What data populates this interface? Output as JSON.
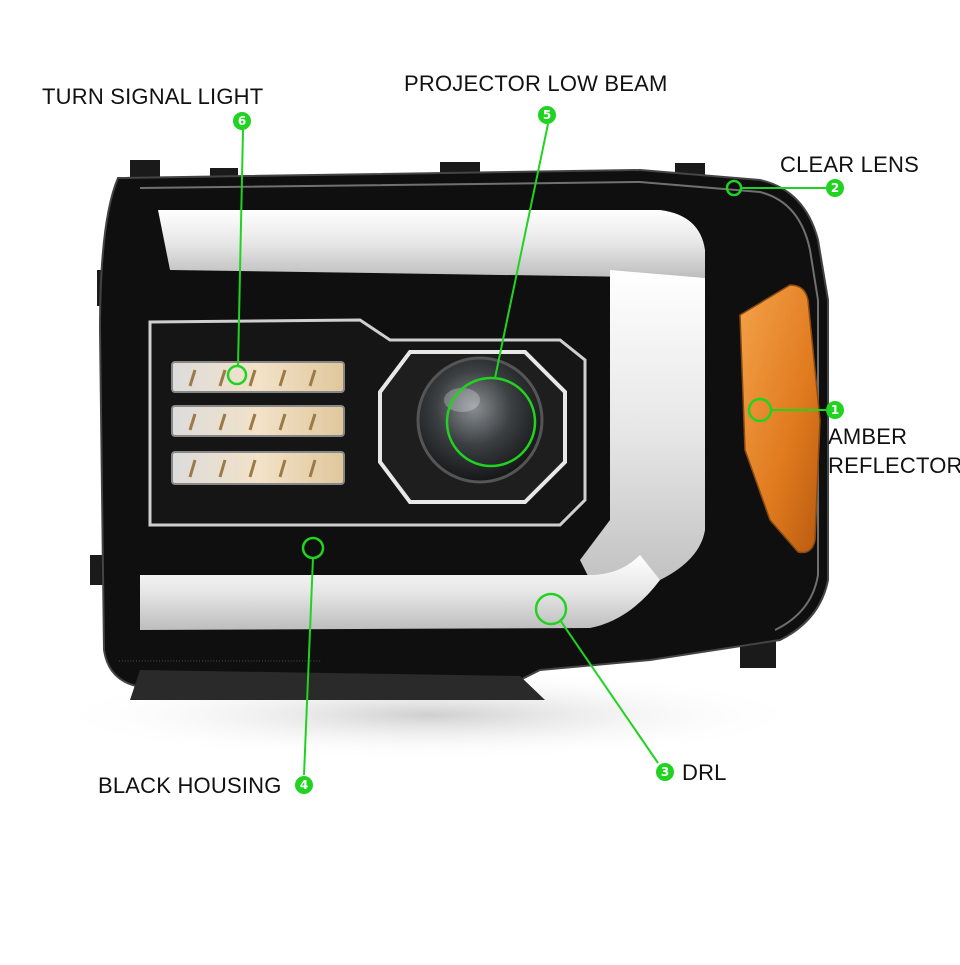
{
  "colors": {
    "accent_green": "#21d321",
    "housing_black": "#0d0d0d",
    "amber": "#e0781e",
    "drl_white": "#f2f2f2"
  },
  "callouts": [
    {
      "id": "amber-reflector",
      "number": "1",
      "label_line1": "AMBER",
      "label_line2": "REFLECTOR"
    },
    {
      "id": "clear-lens",
      "number": "2",
      "label": "CLEAR LENS"
    },
    {
      "id": "drl",
      "number": "3",
      "label": "DRL"
    },
    {
      "id": "black-housing",
      "number": "4",
      "label": "BLACK HOUSING"
    },
    {
      "id": "projector-low-beam",
      "number": "5",
      "label": "PROJECTOR LOW BEAM"
    },
    {
      "id": "turn-signal-light",
      "number": "6",
      "label": "TURN SIGNAL LIGHT"
    }
  ],
  "icons": [
    "headlight-illustration",
    "callout-marker-icon"
  ]
}
